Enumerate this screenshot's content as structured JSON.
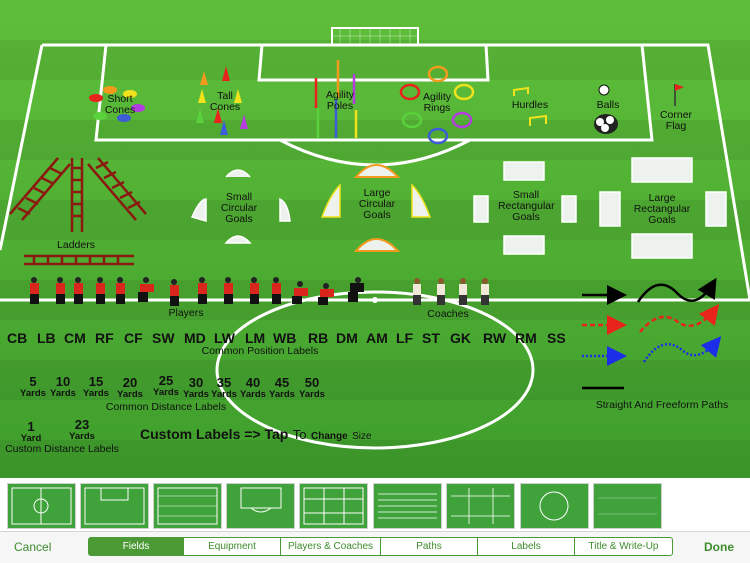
{
  "equipment": {
    "short_cones": "Short\nCones",
    "tall_cones": "Tall\nCones",
    "agility_poles": "Agility\nPoles",
    "agility_rings": "Agility\nRings",
    "hurdles": "Hurdles",
    "balls": "Balls",
    "corner_flag": "Corner\nFlag",
    "ladders": "Ladders",
    "small_circular_goals": "Small\nCircular\nGoals",
    "large_circular_goals": "Large\nCircular\nGoals",
    "small_rectangular_goals": "Small\nRectangular\nGoals",
    "large_rectangular_goals": "Large\nRectangular\nGoals"
  },
  "players_label": "Players",
  "coaches_label": "Coaches",
  "positions": [
    "CB",
    "LB",
    "CM",
    "RF",
    "CF",
    "SW",
    "MD",
    "LW",
    "LM",
    "WB",
    "RB",
    "DM",
    "AM",
    "LF",
    "ST",
    "GK",
    "RW",
    "RM",
    "SS"
  ],
  "positions_caption": "Common Position Labels",
  "distances": [
    {
      "value": "5",
      "unit": "Yards"
    },
    {
      "value": "10",
      "unit": "Yards"
    },
    {
      "value": "15",
      "unit": "Yards"
    },
    {
      "value": "20",
      "unit": "Yards"
    },
    {
      "value": "25",
      "unit": "Yards"
    },
    {
      "value": "30",
      "unit": "Yards"
    },
    {
      "value": "35",
      "unit": "Yards"
    },
    {
      "value": "40",
      "unit": "Yards"
    },
    {
      "value": "45",
      "unit": "Yards"
    },
    {
      "value": "50",
      "unit": "Yards"
    }
  ],
  "distances_caption": "Common Distance Labels",
  "custom_distances": [
    {
      "value": "1",
      "unit": "Yard"
    },
    {
      "value": "23",
      "unit": "Yards"
    }
  ],
  "custom_distances_caption": "Custom Distance Labels",
  "custom_labels": {
    "main": "Custom Labels => Tap",
    "to": "To",
    "change": "Change",
    "size": "Size"
  },
  "paths_caption": "Straight And Freeform Paths",
  "path_colors": {
    "black": "#000000",
    "red": "#e8241c",
    "blue": "#1c2ee8"
  },
  "toolbar": {
    "cancel": "Cancel",
    "done": "Done",
    "tabs": [
      "Fields",
      "Equipment",
      "Players & Coaches",
      "Paths",
      "Labels",
      "Title & Write-Up"
    ],
    "active_tab": "Fields"
  },
  "field_thumbnails": [
    "full-field",
    "half-field",
    "striped-field",
    "penalty-area",
    "grid-field",
    "lined-field",
    "lanes-field",
    "center-circle",
    "plain-field"
  ]
}
